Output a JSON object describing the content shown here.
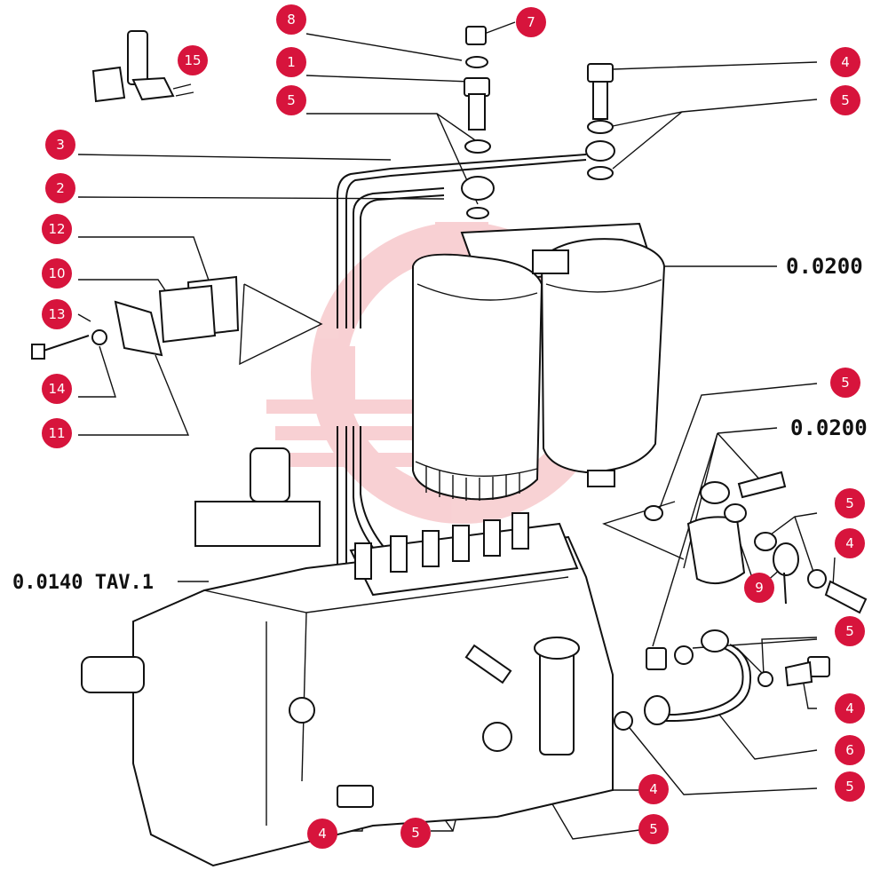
{
  "diagram": {
    "part_numbers": {
      "n1": "1",
      "n2": "2",
      "n3": "3",
      "n4": "4",
      "n5": "5",
      "n6": "6",
      "n7": "7",
      "n8": "8",
      "n9": "9",
      "n10": "10",
      "n11": "11",
      "n12": "12",
      "n13": "13",
      "n14": "14",
      "n15": "15"
    },
    "references": {
      "filter_assembly": "0.0200",
      "filter_bracket": "0.0200",
      "injection_pump": "0.0140 TAV.1"
    }
  }
}
